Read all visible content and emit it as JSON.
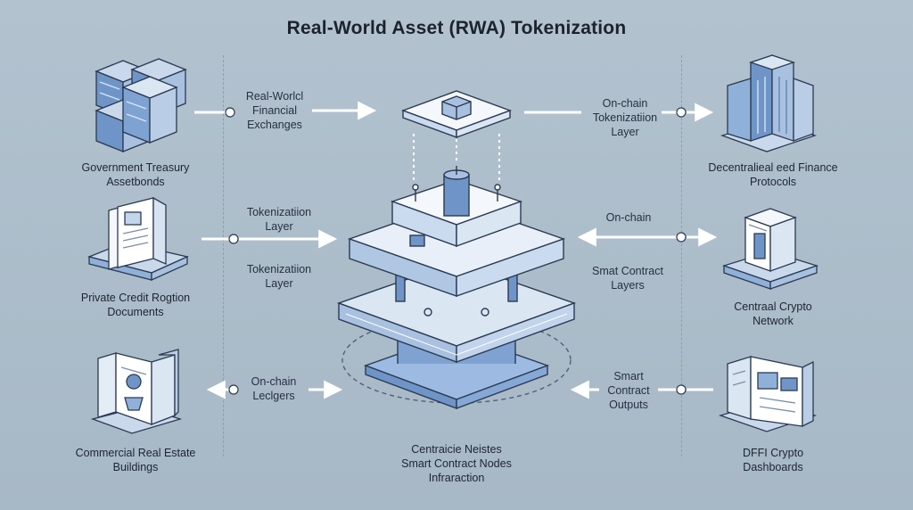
{
  "title": "Real-World Asset (RWA) Tokenization",
  "left_assets": [
    {
      "label": "Government Treasury\nAssetbonds",
      "icon": "server-stack-icon"
    },
    {
      "label": "Private Credit Rogtion\nDocuments",
      "icon": "documents-icon"
    },
    {
      "label": "Commercial Real Estate\nBuildings",
      "icon": "buildings-icon"
    }
  ],
  "right_outputs": [
    {
      "label": "Decentralieal eed Finance\nProtocols",
      "icon": "office-tower-icon"
    },
    {
      "label": "Centraal Crypto\nNetwork",
      "icon": "bank-building-icon"
    },
    {
      "label": "DFFI Crypto\nDashboards",
      "icon": "dashboard-devices-icon"
    }
  ],
  "flow_labels": {
    "left_top": "Real-Worlcl\nFinancial\nExchanges",
    "left_mid_a": "Tokenizatiion\nLayer",
    "left_mid_b": "Tokenizatiion\nLayer",
    "left_bottom": "On-chain\nLeclgers",
    "right_top": "On-chain\nTokenizatiion\nLayer",
    "right_mid_a": "On-chain",
    "right_mid_b": "Smat Contract\nLayers",
    "right_bottom": "Smart\nContract\nOutputs"
  },
  "center_label": "Centraicie Neistes\nSmart Contract Nodes\nInfraraction",
  "colors": {
    "background": "#a9bac8",
    "accent_blue": "#6f95c8",
    "light_blue": "#dbe6f3",
    "line_white": "#ffffff",
    "ink": "#1f2733"
  }
}
